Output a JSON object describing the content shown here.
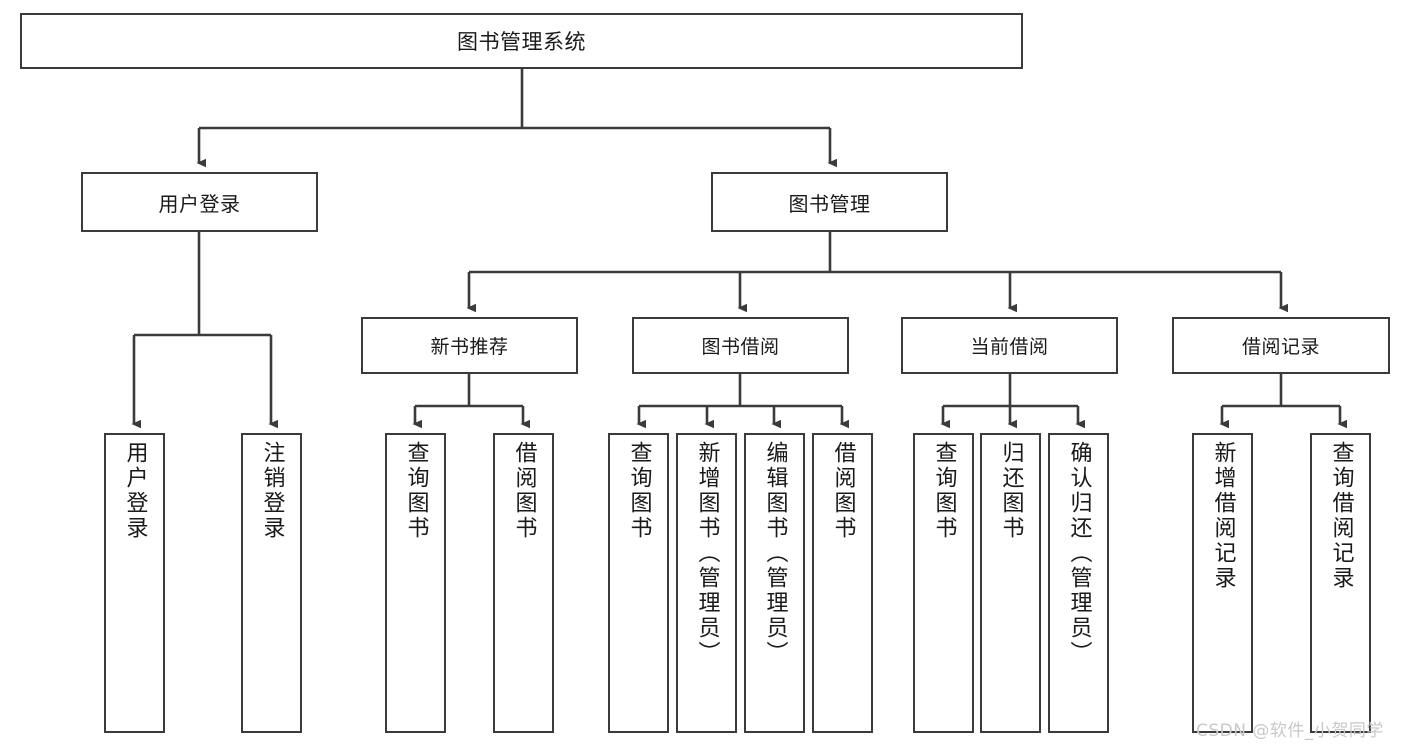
{
  "diagram": {
    "title": "图书管理系统",
    "type": "tree-hierarchy",
    "watermark": "CSDN @软件_小贺同学",
    "colors": {
      "background": "#ffffff",
      "box_border": "#3b3b3b",
      "box_fill": "#ffffff",
      "connector": "#3b3b3b",
      "text": "#1a1a1a",
      "watermark": "#c9c9c9"
    },
    "root": {
      "label": "图书管理系统"
    },
    "level1": [
      {
        "label": "用户登录"
      },
      {
        "label": "图书管理"
      }
    ],
    "level2": [
      {
        "label": "新书推荐"
      },
      {
        "label": "图书借阅"
      },
      {
        "label": "当前借阅"
      },
      {
        "label": "借阅记录"
      }
    ],
    "leaves": {
      "user_login": [
        {
          "label": "用户登录"
        },
        {
          "label": "注销登录"
        }
      ],
      "new_book_recommend": [
        {
          "label": "查询图书"
        },
        {
          "label": "借阅图书"
        }
      ],
      "book_borrow": [
        {
          "label": "查询图书"
        },
        {
          "label": "新增图书（管理员）"
        },
        {
          "label": "编辑图书（管理员）"
        },
        {
          "label": "借阅图书"
        }
      ],
      "current_borrow": [
        {
          "label": "查询图书"
        },
        {
          "label": "归还图书"
        },
        {
          "label": "确认归还（管理员）"
        }
      ],
      "borrow_record": [
        {
          "label": "新增借阅记录"
        },
        {
          "label": "查询借阅记录"
        }
      ]
    }
  }
}
